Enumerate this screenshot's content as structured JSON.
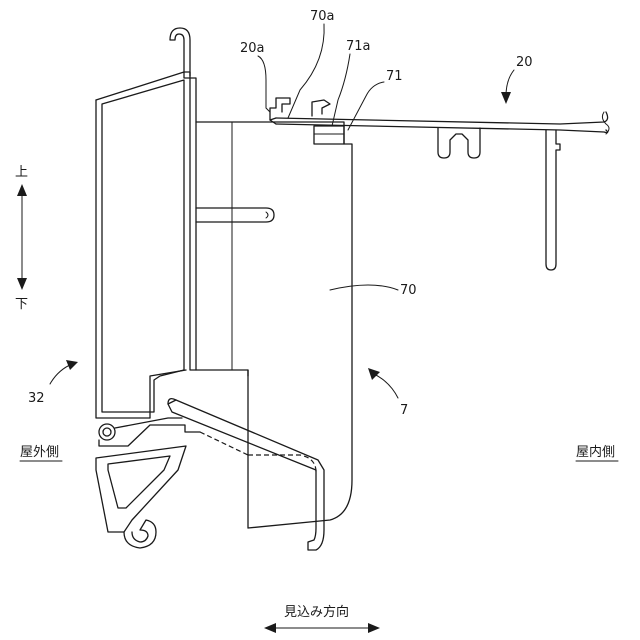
{
  "labels": {
    "ref_20a": "20a",
    "ref_70a": "70a",
    "ref_71a": "71a",
    "ref_71": "71",
    "ref_20": "20",
    "ref_70": "70",
    "ref_32": "32",
    "ref_7": "7",
    "up": "上",
    "down": "下",
    "outdoor_side": "屋外側",
    "indoor_side": "屋内側",
    "viewing_direction": "見込み方向"
  }
}
